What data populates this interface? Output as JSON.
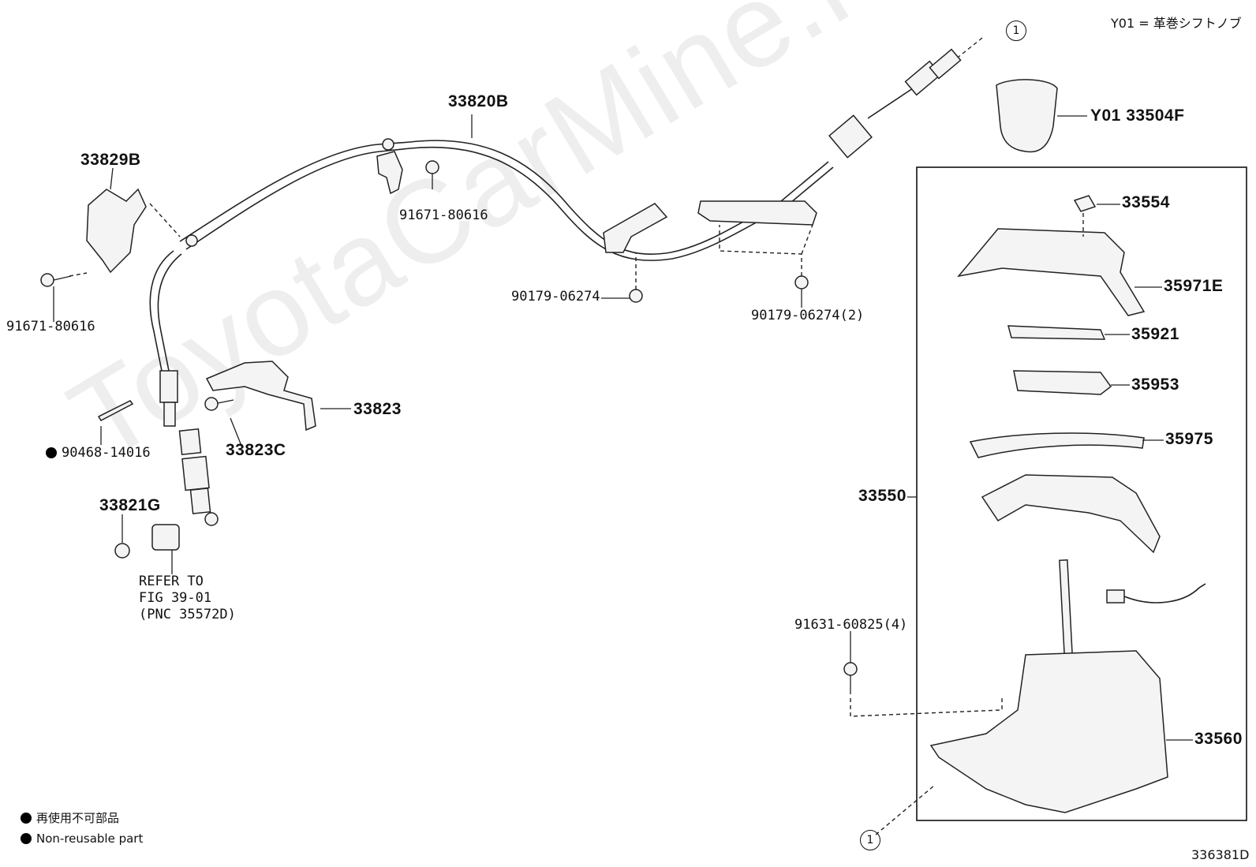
{
  "header": {
    "legend_note": "Y01 = 革巻シフトノブ"
  },
  "callouts": {
    "ref_circle": "1"
  },
  "parts": {
    "p33820B": "33820B",
    "p33829B": "33829B",
    "p91671_a": "91671-80616",
    "p91671_b": "91671-80616",
    "p90179_a": "90179-06274",
    "p90179_b": "90179-06274(2)",
    "p33823": "33823",
    "p33823C": "33823C",
    "p90468": "90468-14016",
    "p33821G": "33821G",
    "y01_33504F": "Y01 33504F",
    "p33554": "33554",
    "p35971E": "35971E",
    "p35921": "35921",
    "p35953": "35953",
    "p35975": "35975",
    "p33550": "33550",
    "p91631": "91631-60825(4)",
    "p33560": "33560"
  },
  "refer": {
    "line1": "REFER TO",
    "line2": "FIG 39-01",
    "line3": "(PNC 35572D)"
  },
  "footer": {
    "note_jp": "再使用不可部品",
    "note_en": "Non-reusable part",
    "figure_id": "336381D"
  },
  "watermark": "ToyotaCarMine.ru"
}
